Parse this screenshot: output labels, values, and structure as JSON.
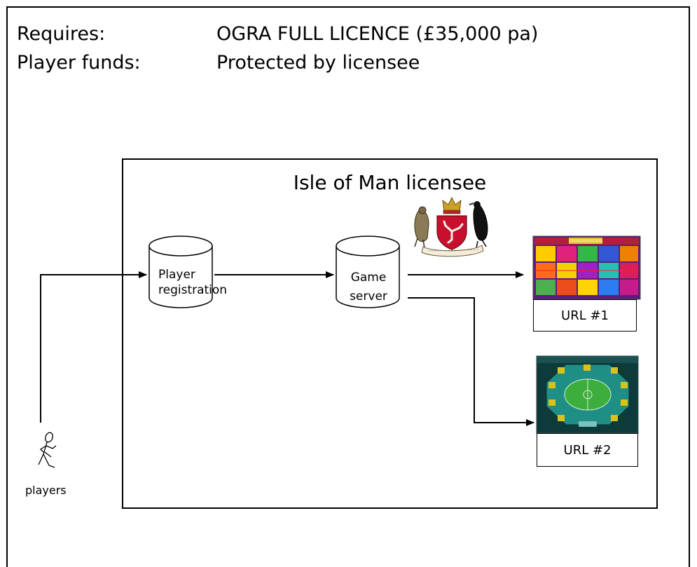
{
  "header": {
    "requires_label": "Requires:",
    "requires_value": "OGRA FULL LICENCE (£35,000 pa)",
    "funds_label": "Player funds:",
    "funds_value": "Protected by licensee"
  },
  "diagram": {
    "container_title": "Isle of Man licensee",
    "nodes": {
      "player_registration": "Player registration",
      "game_server_line1": "Game",
      "game_server_line2": "server",
      "url1": "URL #1",
      "url2": "URL #2",
      "players": "players"
    },
    "images": {
      "emblem": "isle-of-man-coat-of-arms",
      "screenshot1": "slot-game-big-top",
      "screenshot2": "football-table-game"
    }
  }
}
